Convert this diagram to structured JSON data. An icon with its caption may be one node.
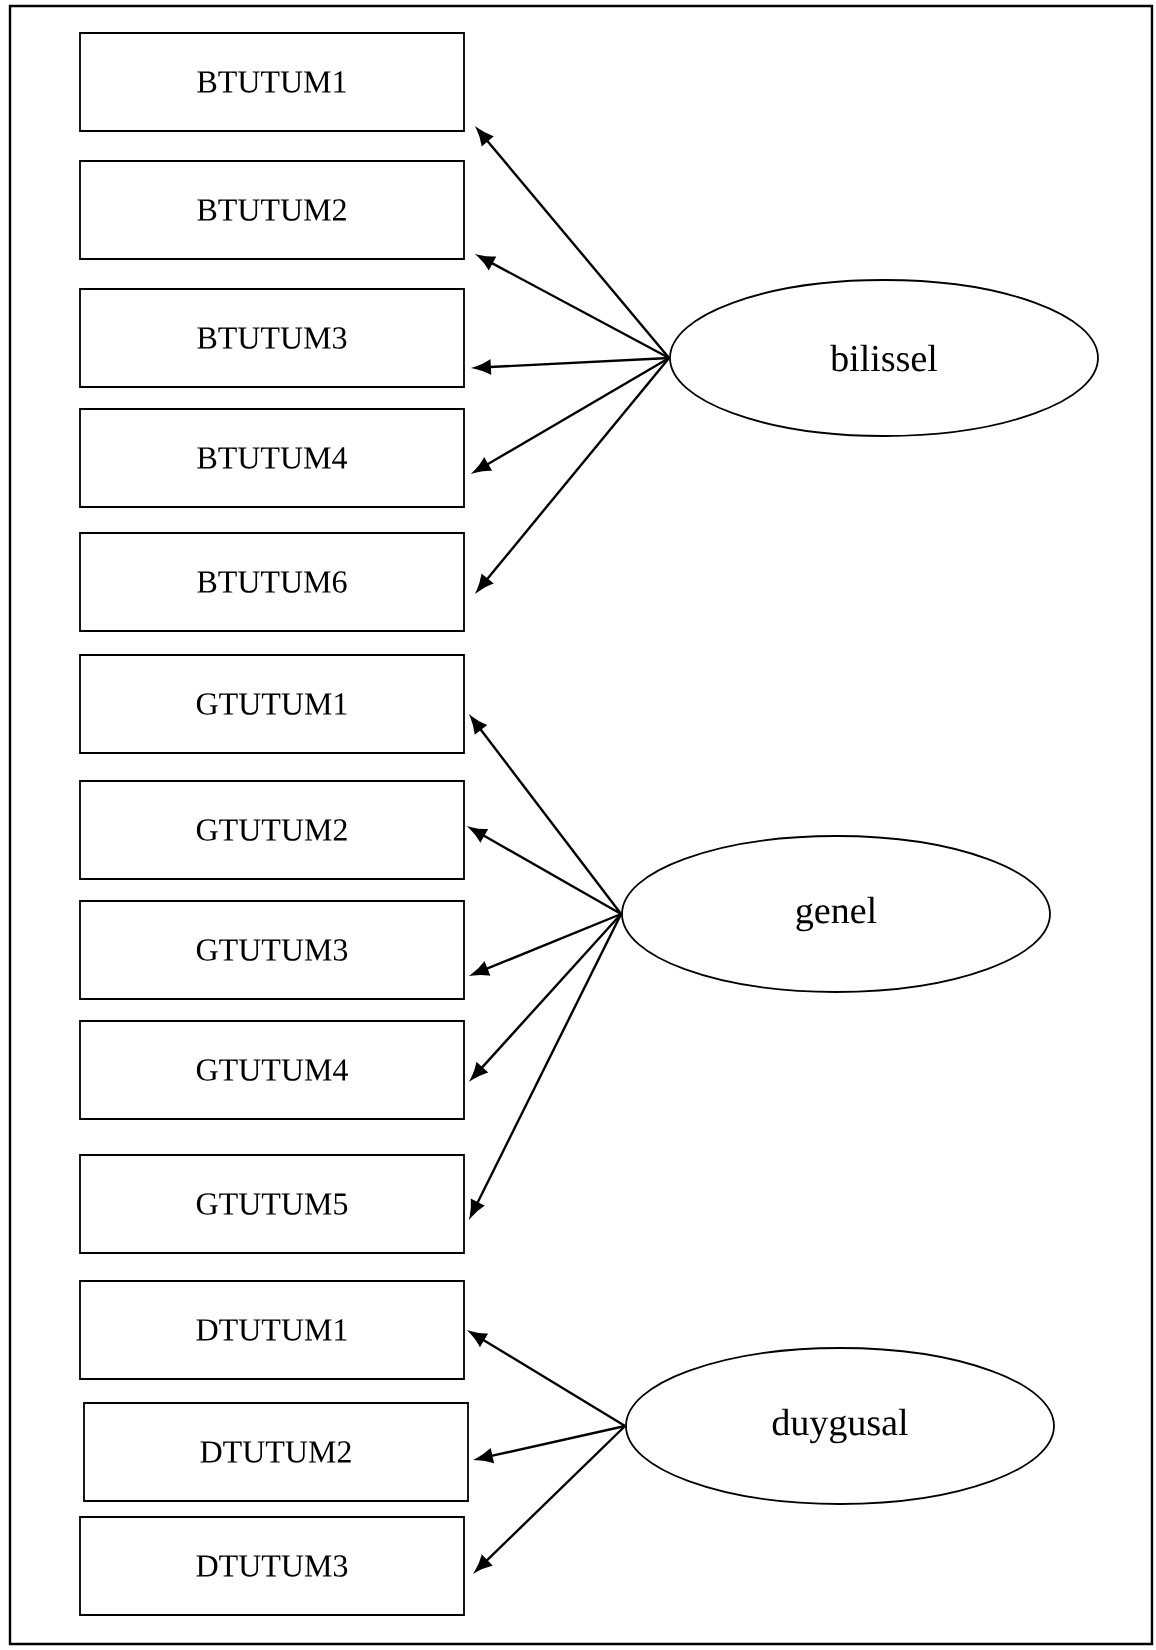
{
  "diagram": {
    "nodes": [
      {
        "text": [
          "BTUTUM1"
        ]
      },
      {
        "text": [
          "BTUTUM2"
        ]
      },
      {
        "text": [
          "BTUTUM3"
        ]
      },
      {
        "text": [
          "BTUTUM4"
        ]
      },
      {
        "text": [
          "BTUTUM6"
        ]
      },
      {
        "text": [
          "bilissel"
        ]
      },
      {
        "text": [
          "GTUTUM1"
        ]
      },
      {
        "text": [
          "GTUTUM2"
        ]
      },
      {
        "text": [
          "GTUTUM3"
        ]
      },
      {
        "text": [
          "GTUTUM4"
        ]
      },
      {
        "text": [
          "GTUTUM5"
        ]
      },
      {
        "text": [
          "genel"
        ]
      },
      {
        "text": [
          "DTUTUM1"
        ]
      },
      {
        "text": [
          "DTUTUM2"
        ]
      },
      {
        "text": [
          "DTUTUM3"
        ]
      },
      {
        "text": [
          "duygusal"
        ]
      }
    ],
    "edges": [
      {
        "from": 5,
        "to": 0,
        "arrow": "to"
      },
      {
        "from": 5,
        "to": 1,
        "arrow": "to"
      },
      {
        "from": 5,
        "to": 2,
        "arrow": "to"
      },
      {
        "from": 5,
        "to": 3,
        "arrow": "to"
      },
      {
        "from": 5,
        "to": 4,
        "arrow": "to"
      },
      {
        "from": 11,
        "to": 6,
        "arrow": "to"
      },
      {
        "from": 11,
        "to": 7,
        "arrow": "to"
      },
      {
        "from": 11,
        "to": 8,
        "arrow": "to"
      },
      {
        "from": 11,
        "to": 9,
        "arrow": "to"
      },
      {
        "from": 11,
        "to": 10,
        "arrow": "to"
      },
      {
        "from": 15,
        "to": 12,
        "arrow": "to"
      },
      {
        "from": 15,
        "to": 13,
        "arrow": "to"
      },
      {
        "from": 15,
        "to": 14,
        "arrow": "to"
      }
    ]
  }
}
